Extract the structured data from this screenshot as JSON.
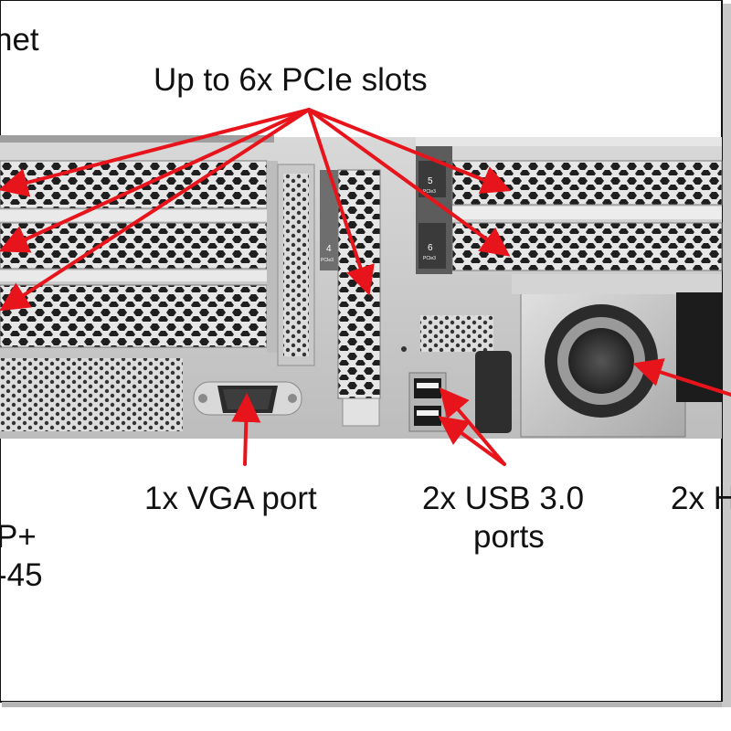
{
  "labels": {
    "ethernet_fragment": "net",
    "pcie": "Up to 6x PCIe slots",
    "vga": "1x VGA port",
    "usb_line1": "2x USB 3.0",
    "usb_line2": "ports",
    "psu_fragment": "2x H",
    "sfp_line1": "P+",
    "sfp_line2": "-45"
  },
  "slot_marks": {
    "slot4": "4",
    "slot4_sub": "PCIe3",
    "slot5": "5",
    "slot5_sub": "PCIe3",
    "slot6": "6",
    "slot6_sub": "PCIe3"
  },
  "colors": {
    "callout_arrow": "#e8141b",
    "chassis_bg": "#cfcfcf",
    "chassis_dark": "#2a2a2a",
    "frame_shadow": "#9a9a9a"
  }
}
